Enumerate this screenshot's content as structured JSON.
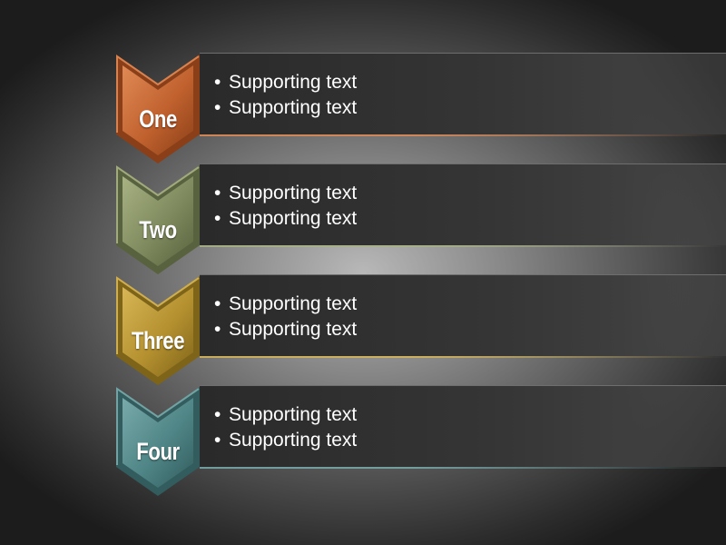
{
  "stages": [
    {
      "label": "One",
      "color": "#c0612e",
      "color_light": "#e08a55",
      "color_dark": "#8a3f18",
      "bullets": [
        "Supporting text",
        "Supporting text"
      ]
    },
    {
      "label": "Two",
      "color": "#7f8a5e",
      "color_light": "#a8b283",
      "color_dark": "#59623e",
      "bullets": [
        "Supporting text",
        "Supporting text"
      ]
    },
    {
      "label": "Three",
      "color": "#b4902f",
      "color_light": "#d8b655",
      "color_dark": "#7e6419",
      "bullets": [
        "Supporting text",
        "Supporting text"
      ]
    },
    {
      "label": "Four",
      "color": "#4f8586",
      "color_light": "#79aaab",
      "color_dark": "#325c5d",
      "bullets": [
        "Supporting text",
        "Supporting text"
      ]
    }
  ],
  "bullet_symbol": "•"
}
